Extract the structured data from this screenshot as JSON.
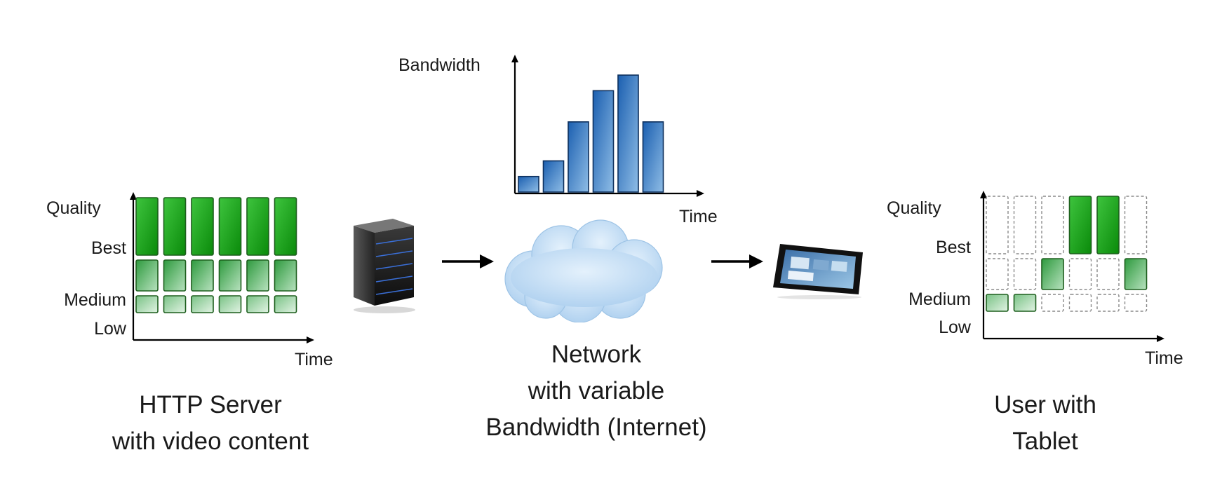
{
  "server_panel": {
    "axis_y_label": "Quality",
    "axis_x_label": "Time",
    "levels": [
      "Best",
      "Medium",
      "Low"
    ],
    "segments_per_level": 6,
    "caption_line1": "HTTP Server",
    "caption_line2": "with video content"
  },
  "network_panel": {
    "caption_line1": "Network",
    "caption_line2": "with variable",
    "caption_line3": "Bandwidth (Internet)"
  },
  "user_panel": {
    "axis_y_label": "Quality",
    "axis_x_label": "Time",
    "levels": [
      "Best",
      "Medium",
      "Low"
    ],
    "selected_levels": [
      "Low",
      "Low",
      "Medium",
      "Best",
      "Best",
      "Medium"
    ],
    "caption_line1": "User with",
    "caption_line2": "Tablet"
  },
  "chart_data": {
    "type": "bar",
    "title": "",
    "ylabel": "Bandwidth",
    "xlabel": "Time",
    "values": [
      1,
      2,
      4.5,
      6.5,
      7.5,
      4.5
    ],
    "ylim": [
      0,
      8
    ],
    "grid": false
  },
  "colors": {
    "best_green": "#12a012",
    "medium_green": "#4cae5c",
    "low_green": "#9fd3a6",
    "bar_blue": "#2a73c4",
    "cloud_blue": "#b9d7f2",
    "arrow": "#000000"
  },
  "icons": [
    "server-icon",
    "cloud-icon",
    "tablet-icon",
    "arrow-right-icon"
  ]
}
